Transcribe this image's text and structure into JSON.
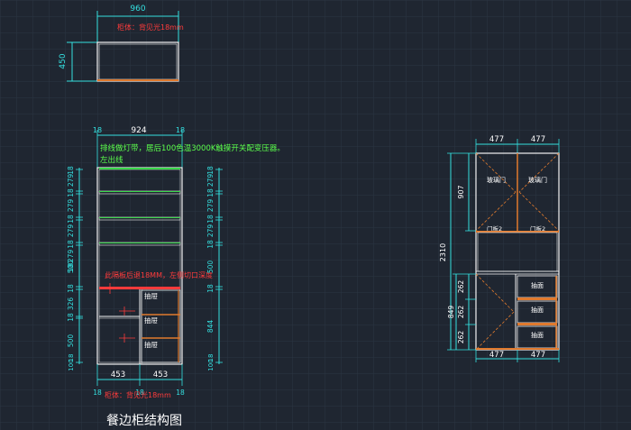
{
  "colors": {
    "background": "#1f2631",
    "grid": "#2b3543",
    "dimension": "#34e0e0",
    "outline": "#f2f2f2",
    "wood": "#e07a2e",
    "note_green": "#5bff4b",
    "note_red": "#ff3b3b",
    "shelf_green": "#39d84a",
    "label": "#ffffff"
  },
  "top_view": {
    "width_label": "960",
    "depth_label": "450",
    "note": "柜体：背见光18mm"
  },
  "front_view": {
    "top_dims": [
      "18",
      "924",
      "18"
    ],
    "note_lighting": "排线做灯带，居后100色温3000K触摸开关配变压器。",
    "note_wire": "左出线",
    "note_red": "此隔板后退18MM，左侧切口深度",
    "left_dims": [
      "18",
      "279",
      "18",
      "279",
      "18",
      "279",
      "18",
      "279",
      "18",
      "500",
      "18",
      "326",
      "18",
      "500",
      "18",
      "100"
    ],
    "right_dims": [
      "18",
      "279",
      "18",
      "279",
      "18",
      "279",
      "18",
      "500",
      "18",
      "844",
      "18",
      "100"
    ],
    "drawer_labels": [
      "抽屉",
      "抽屉",
      "抽屉"
    ],
    "bottom_dims": [
      "453",
      "453"
    ],
    "bottom_small": [
      "18",
      "18",
      "18"
    ],
    "bottom_note": "柜体：背见光18mm"
  },
  "side_view": {
    "top_dims": [
      "477",
      "477"
    ],
    "upper_door_labels": [
      "玻璃门",
      "玻璃门"
    ],
    "hinge_labels": [
      "门板2",
      "门板2"
    ],
    "drawer_labels": [
      "抽面",
      "抽面",
      "抽面"
    ],
    "left_dims": [
      "907",
      "2310",
      "262",
      "262",
      "262",
      "849"
    ],
    "bottom_dims": [
      "477",
      "477"
    ]
  },
  "caption": "餐边柜结构图"
}
